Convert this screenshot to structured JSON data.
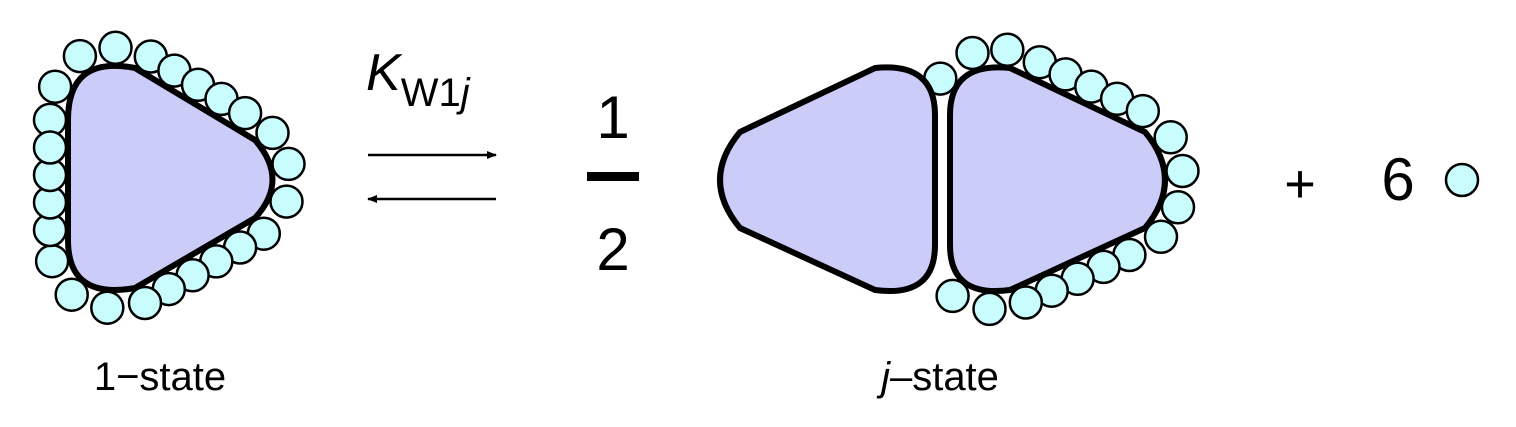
{
  "colors": {
    "protein_fill": "#ccccf8",
    "water_fill": "#c9fcfc",
    "outline": "#000000",
    "background": "#ffffff"
  },
  "rate_constant": {
    "symbol": "K",
    "subscript_upright": "W1",
    "subscript_italic": "j"
  },
  "fraction": {
    "numerator": "1",
    "denominator": "2"
  },
  "labels": {
    "one_state": "1−state",
    "j_state_italic": "j",
    "j_state_rest": "–state",
    "plus": "+",
    "water_count": "6"
  },
  "states": [
    {
      "name": "1-state",
      "proteins": 1
    },
    {
      "name": "j-state",
      "proteins": 2
    }
  ]
}
